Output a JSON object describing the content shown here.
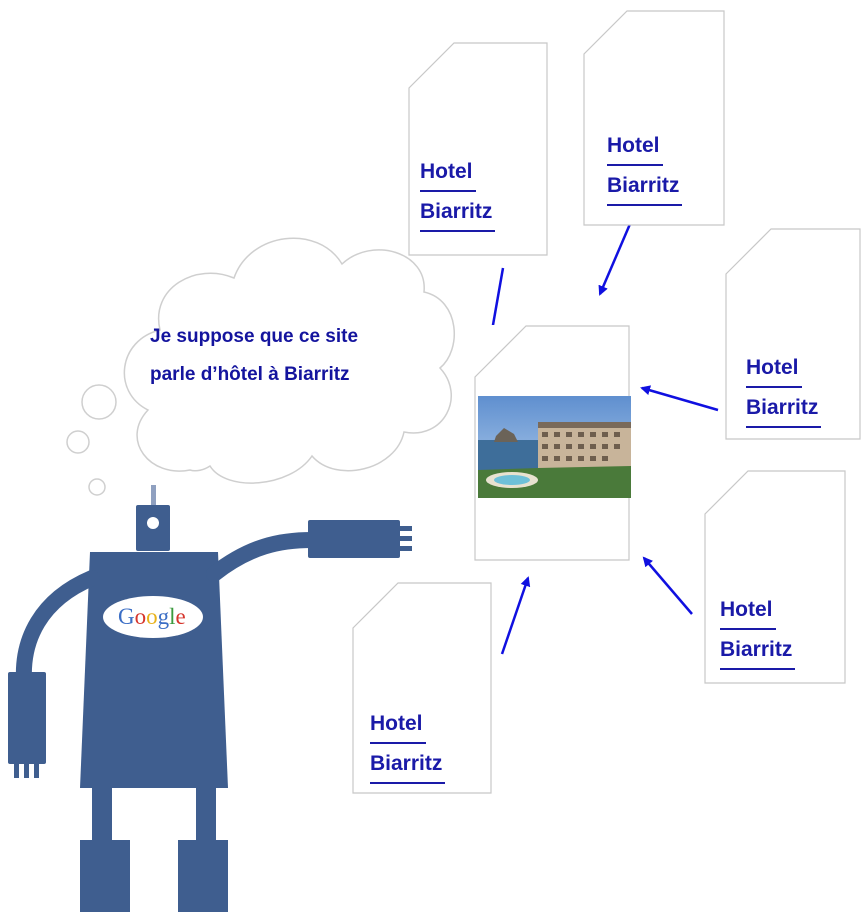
{
  "thought": {
    "line1": "Je suppose que ce site",
    "line2": "parle d’hôtel à Biarritz"
  },
  "documents": [
    {
      "line1": "Hotel",
      "line2": "Biarritz"
    },
    {
      "line1": "Hotel",
      "line2": "Biarritz"
    },
    {
      "line1": "Hotel",
      "line2": "Biarritz"
    },
    {
      "line1": "Hotel",
      "line2": "Biarritz"
    },
    {
      "line1": "Hotel",
      "line2": "Biarritz"
    }
  ],
  "robot": {
    "badge_letters": [
      "G",
      "o",
      "o",
      "g",
      "l",
      "e"
    ],
    "badge_colors": [
      "#3b6ec5",
      "#d6362d",
      "#e8b21b",
      "#3b6ec5",
      "#3a9a3e",
      "#d6362d"
    ]
  },
  "colors": {
    "robot": "#3f5e8f",
    "arrow": "#1010e0",
    "link": "#1a1aa8"
  }
}
